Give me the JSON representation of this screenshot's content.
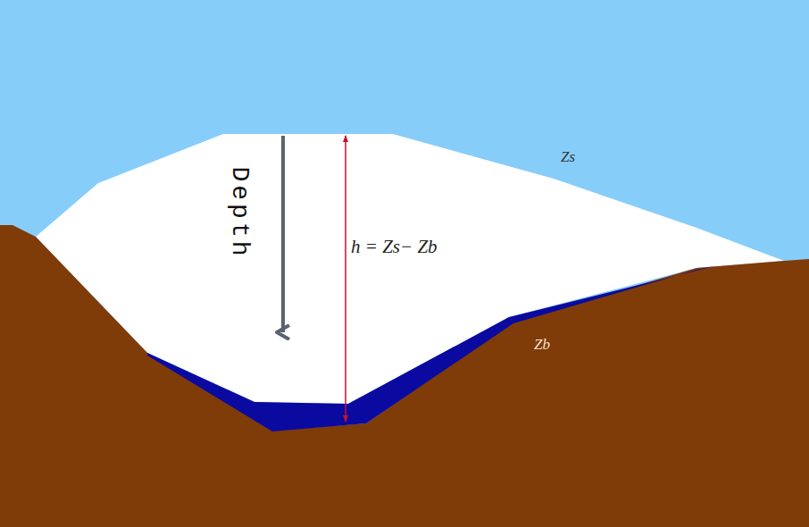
{
  "diagram": {
    "labels": [
      "Depth",
      "h = Zs− Zb",
      "Zs",
      "Zb"
    ]
  }
}
